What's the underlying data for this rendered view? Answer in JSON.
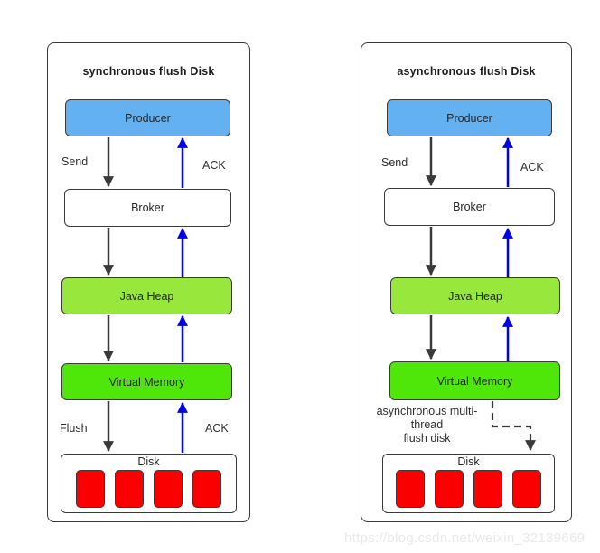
{
  "colors": {
    "producer_fill": "#64B1F2",
    "java_heap_fill": "#97E73D",
    "virtual_memory_fill": "#4FE60A",
    "disk_cell_fill": "#FB0000",
    "box_border": "#3A3A3A",
    "arrow_black": "#3A3A3A",
    "arrow_blue": "#0000F0"
  },
  "left_panel": {
    "title": "synchronous flush Disk",
    "producer": "Producer",
    "broker": "Broker",
    "java_heap": "Java Heap",
    "virtual_memory": "Virtual Memory",
    "disk_label": "Disk",
    "disk_cells": 4,
    "send_label": "Send",
    "ack_top_label": "ACK",
    "flush_label": "Flush",
    "ack_bottom_label": "ACK"
  },
  "right_panel": {
    "title": "asynchronous flush Disk",
    "producer": "Producer",
    "broker": "Broker",
    "java_heap": "Java Heap",
    "virtual_memory": "Virtual Memory",
    "disk_label": "Disk",
    "disk_cells": 4,
    "send_label": "Send",
    "ack_label": "ACK",
    "async_note": [
      "asynchronous multi-",
      "thread",
      "flush disk"
    ]
  },
  "watermark": "https://blog.csdn.net/weixin_32139669"
}
